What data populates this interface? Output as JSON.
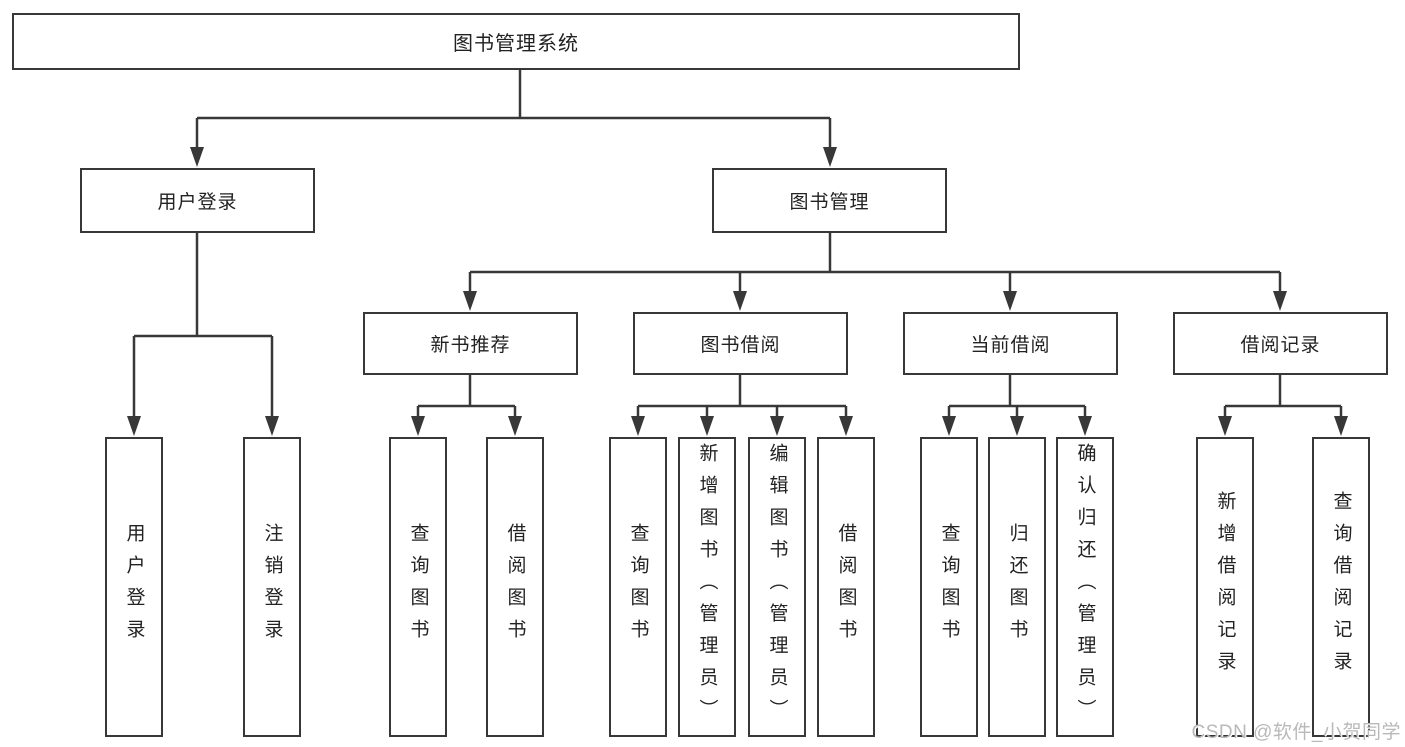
{
  "diagram": {
    "type": "hierarchy-tree",
    "title": "图书管理系统"
  },
  "nodes": {
    "root": "图书管理系统",
    "user_login": "用户登录",
    "book_mgmt": "图书管理",
    "new_book_rec": "新书推荐",
    "book_borrow": "图书借阅",
    "current_borrow": "当前借阅",
    "borrow_records": "借阅记录",
    "leaf_user_login": "用户登录",
    "leaf_logout": "注销登录",
    "leaf_nbr_query": "查询图书",
    "leaf_nbr_borrow": "借阅图书",
    "leaf_bb_query": "查询图书",
    "leaf_bb_add": "新增图书（管理员）",
    "leaf_bb_edit": "编辑图书（管理员）",
    "leaf_bb_borrow": "借阅图书",
    "leaf_cb_query": "查询图书",
    "leaf_cb_return": "归还图书",
    "leaf_cb_confirm": "确认归还（管理员）",
    "leaf_br_add": "新增借阅记录",
    "leaf_br_query": "查询借阅记录"
  },
  "colors": {
    "line": "#383838",
    "box_border": "#383838",
    "text": "#222222",
    "background": "#ffffff",
    "watermark": "#b9b9b9"
  },
  "watermark": "CSDN @软件_小贺同学"
}
